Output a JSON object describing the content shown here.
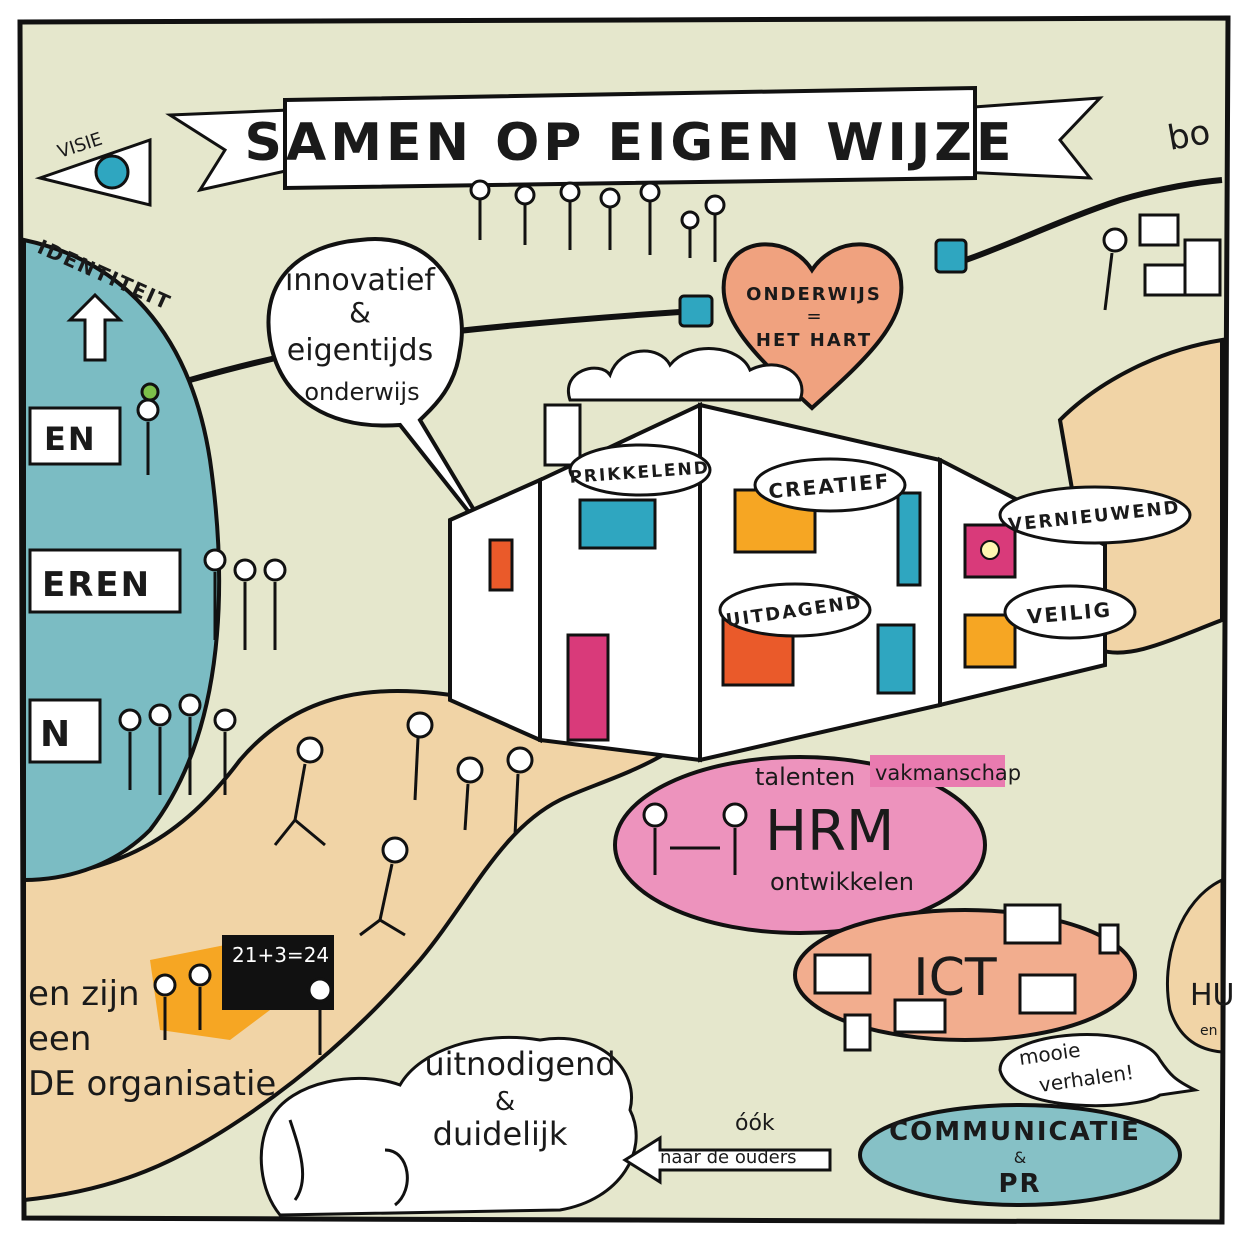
{
  "banner": {
    "title": "SAMEN OP EIGEN WIJZE"
  },
  "left_labels": {
    "visie": "VISIE",
    "identiteit": "IDENTITEIT",
    "sign_1": "EN",
    "sign_2": "EREN",
    "sign_3": "N"
  },
  "top_right": {
    "bo": "bo"
  },
  "speech_innovatief": {
    "line1": "innovatief",
    "line2": "&",
    "line3": "eigentijds",
    "line4": "onderwijs"
  },
  "heart": {
    "line1": "ONDERWIJS",
    "line2": "=",
    "line3": "HET HART"
  },
  "school_bubbles": {
    "prikkelend": "PRIKKELEND",
    "creatief": "CREATIEF",
    "vernieuwend": "VERNIEUWEND",
    "uitdagend": "UITDAGEND",
    "veilig": "VEILIG"
  },
  "hrm": {
    "title": "HRM",
    "talenten": "talenten",
    "vakmanschap": "vakmanschap",
    "ontwikkelen": "ontwikkelen"
  },
  "ict": {
    "title": "ICT"
  },
  "blackboard": {
    "formula": "21+3=24"
  },
  "organisatie_text": {
    "line1": "en zijn",
    "line2": "een",
    "line3": "DE organisatie"
  },
  "uitnodigend": {
    "line1": "uitnodigend",
    "line2": "&",
    "line3": "duidelijk"
  },
  "ouders": {
    "ook": "óók",
    "naar": "naar de ouders"
  },
  "mooie": {
    "line1": "mooie",
    "line2": "verhalen!"
  },
  "communicatie": {
    "line1": "COMMUNICATIE",
    "line2": "&",
    "line3": "PR"
  },
  "right_edge": {
    "hu": "HU",
    "en": "en"
  },
  "colors": {
    "background": "#e5e7cc",
    "path": "#f1d4a6",
    "lake": "#7bbcc3",
    "heart": "#f0a27f",
    "hrm": "#ed93bd",
    "ict": "#f2ad8e",
    "communicatie": "#86c1c6",
    "orange": "#f6a623",
    "teal": "#2fa6c0",
    "magenta": "#d93a7a",
    "red_orange": "#ea5a2a"
  }
}
